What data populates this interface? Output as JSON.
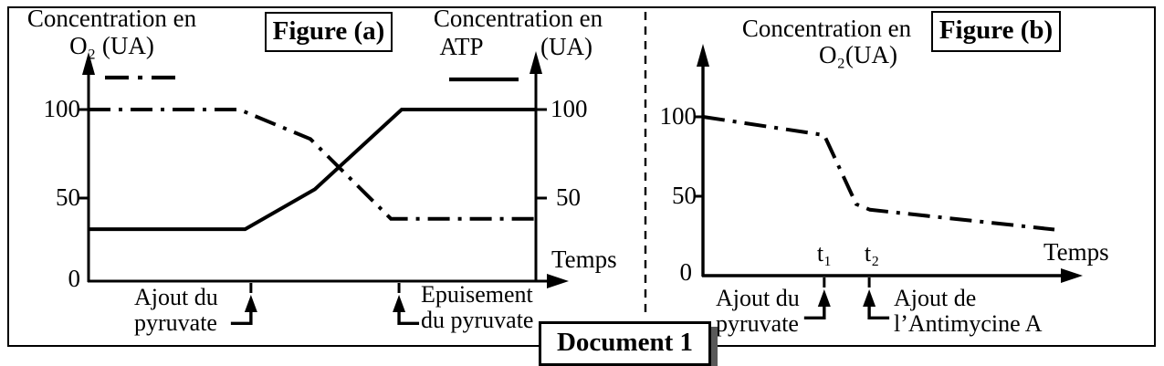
{
  "document_box": {
    "label": "Document 1"
  },
  "figure_a": {
    "title": "Figure (a)",
    "left_axis": {
      "label_line1": "Concentration en",
      "label_line2": "O₂ (UA)",
      "ticks": [
        "100",
        "50",
        "0"
      ]
    },
    "right_axis": {
      "label_line1": "Concentration en",
      "label_line2_left": "ATP",
      "label_line2_right": "(UA)",
      "ticks": [
        "100",
        "50"
      ]
    },
    "x_axis": {
      "label": "Temps"
    },
    "events": [
      {
        "line1": "Ajout du",
        "line2": "pyruvate"
      },
      {
        "line1": "Epuisement",
        "line2": "du pyruvate"
      }
    ]
  },
  "figure_b": {
    "title": "Figure (b)",
    "y_axis": {
      "label_line1": "Concentration en",
      "label_line2": "O₂(UA)",
      "ticks": [
        "100",
        "50",
        "0"
      ]
    },
    "x_axis": {
      "label": "Temps"
    },
    "time_marks": [
      "t₁",
      "t₂"
    ],
    "events": [
      {
        "line1": "Ajout du",
        "line2": "pyruvate"
      },
      {
        "line1": "Ajout de",
        "line2": "l’Antimycine A"
      }
    ]
  },
  "chart_data": [
    {
      "figure": "a",
      "type": "line",
      "title": "Figure (a)",
      "xlabel": "Temps",
      "ylabel_left": "Concentration en O₂ (UA)",
      "ylabel_right": "Concentration en ATP (UA)",
      "yticks": [
        0,
        50,
        100
      ],
      "ylim": [
        0,
        115
      ],
      "x_range": [
        0,
        100
      ],
      "grid": false,
      "series": [
        {
          "name": "Concentration en O₂",
          "style": "dashdot",
          "axis": "left",
          "points_t_v": [
            [
              0,
              100
            ],
            [
              33.7,
              100
            ],
            [
              49.6,
              83
            ],
            [
              67.6,
              37
            ],
            [
              100,
              37
            ]
          ]
        },
        {
          "name": "Concentration en ATP",
          "style": "solid",
          "axis": "right",
          "points_t_v": [
            [
              0,
              31
            ],
            [
              35,
              31
            ],
            [
              50.6,
              54
            ],
            [
              70,
              100
            ],
            [
              100,
              100
            ]
          ]
        }
      ],
      "event_times": [
        36.3,
        69.4
      ],
      "event_labels": [
        "Ajout du pyruvate",
        "Epuisement du pyruvate"
      ]
    },
    {
      "figure": "b",
      "type": "line",
      "title": "Figure (b)",
      "xlabel": "Temps",
      "ylabel": "Concentration en O₂(UA)",
      "yticks": [
        0,
        50,
        100
      ],
      "ylim": [
        0,
        115
      ],
      "x_range": [
        0,
        100
      ],
      "grid": false,
      "series": [
        {
          "name": "Concentration en O₂",
          "style": "dashdot",
          "axis": "left",
          "points_t_v": [
            [
              0,
              100
            ],
            [
              34.5,
              88.5
            ],
            [
              43.6,
              45
            ],
            [
              47.5,
              41.5
            ],
            [
              100,
              29
            ]
          ]
        }
      ],
      "event_times": [
        34.5,
        47.3
      ],
      "event_labels": [
        "t₁ : Ajout du pyruvate",
        "t₂ : Ajout de l’Antimycine A"
      ]
    }
  ]
}
